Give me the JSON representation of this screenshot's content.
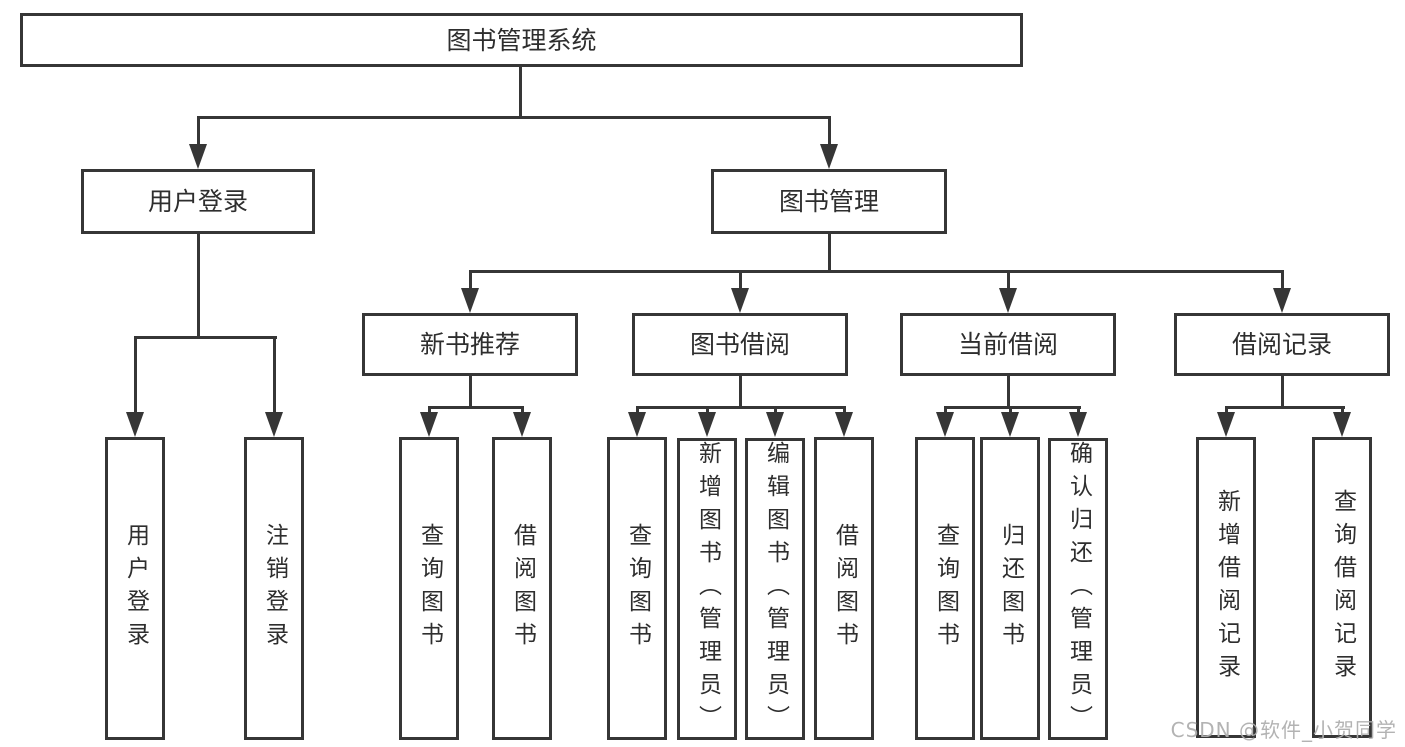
{
  "diagram_title": "图书管理系统",
  "colors": {
    "line": "#363636",
    "box_border": "#363636",
    "box_background": "#ffffff",
    "text": "#2e2e2e",
    "watermark": "#afafaf"
  },
  "nodes": {
    "root": "图书管理系统",
    "l2": [
      "用户登录",
      "图书管理"
    ],
    "l3": [
      "新书推荐",
      "图书借阅",
      "当前借阅",
      "借阅记录"
    ],
    "leaves": {
      "user_login": [
        "用户登录",
        "注销登录"
      ],
      "new_books": [
        "查询图书",
        "借阅图书"
      ],
      "book_borrow": [
        "查询图书",
        "新增图书（管理员）",
        "编辑图书（管理员）",
        "借阅图书"
      ],
      "current_borrow": [
        "查询图书",
        "归还图书",
        "确认归还（管理员）"
      ],
      "borrow_records": [
        "新增借阅记录",
        "查询借阅记录"
      ]
    }
  },
  "watermark": "CSDN @软件_小贺同学"
}
